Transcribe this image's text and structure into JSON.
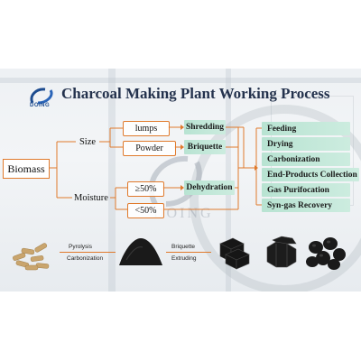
{
  "header": {
    "logo_text": "DOING",
    "title": "Charcoal Making Plant Working Process"
  },
  "tree": {
    "root": "Biomass",
    "branches": [
      {
        "label": "Size",
        "children": [
          {
            "label": "lumps",
            "result": "Shredding"
          },
          {
            "label": "Powder",
            "result": "Briquette"
          }
        ]
      },
      {
        "label": "Moisture",
        "children": [
          {
            "label": "≥50%",
            "result": "Dehydration"
          },
          {
            "label": "<50%",
            "result": ""
          }
        ]
      }
    ]
  },
  "steps": [
    "Feeding",
    "Drying",
    "Carbonization",
    "End-Products Collection",
    "Gas Purifocation",
    "Syn-gas Recovery"
  ],
  "watermark": "DOING",
  "process": {
    "step1_top": "Pyrolysis",
    "step1_bottom": "Carbonization",
    "step2_top": "Briquette",
    "step2_bottom": "Extruding"
  },
  "colors": {
    "accent": "#e07a2c",
    "step_fill": "#c3e8d9",
    "title": "#24324d",
    "brand": "#1e4c8f"
  }
}
